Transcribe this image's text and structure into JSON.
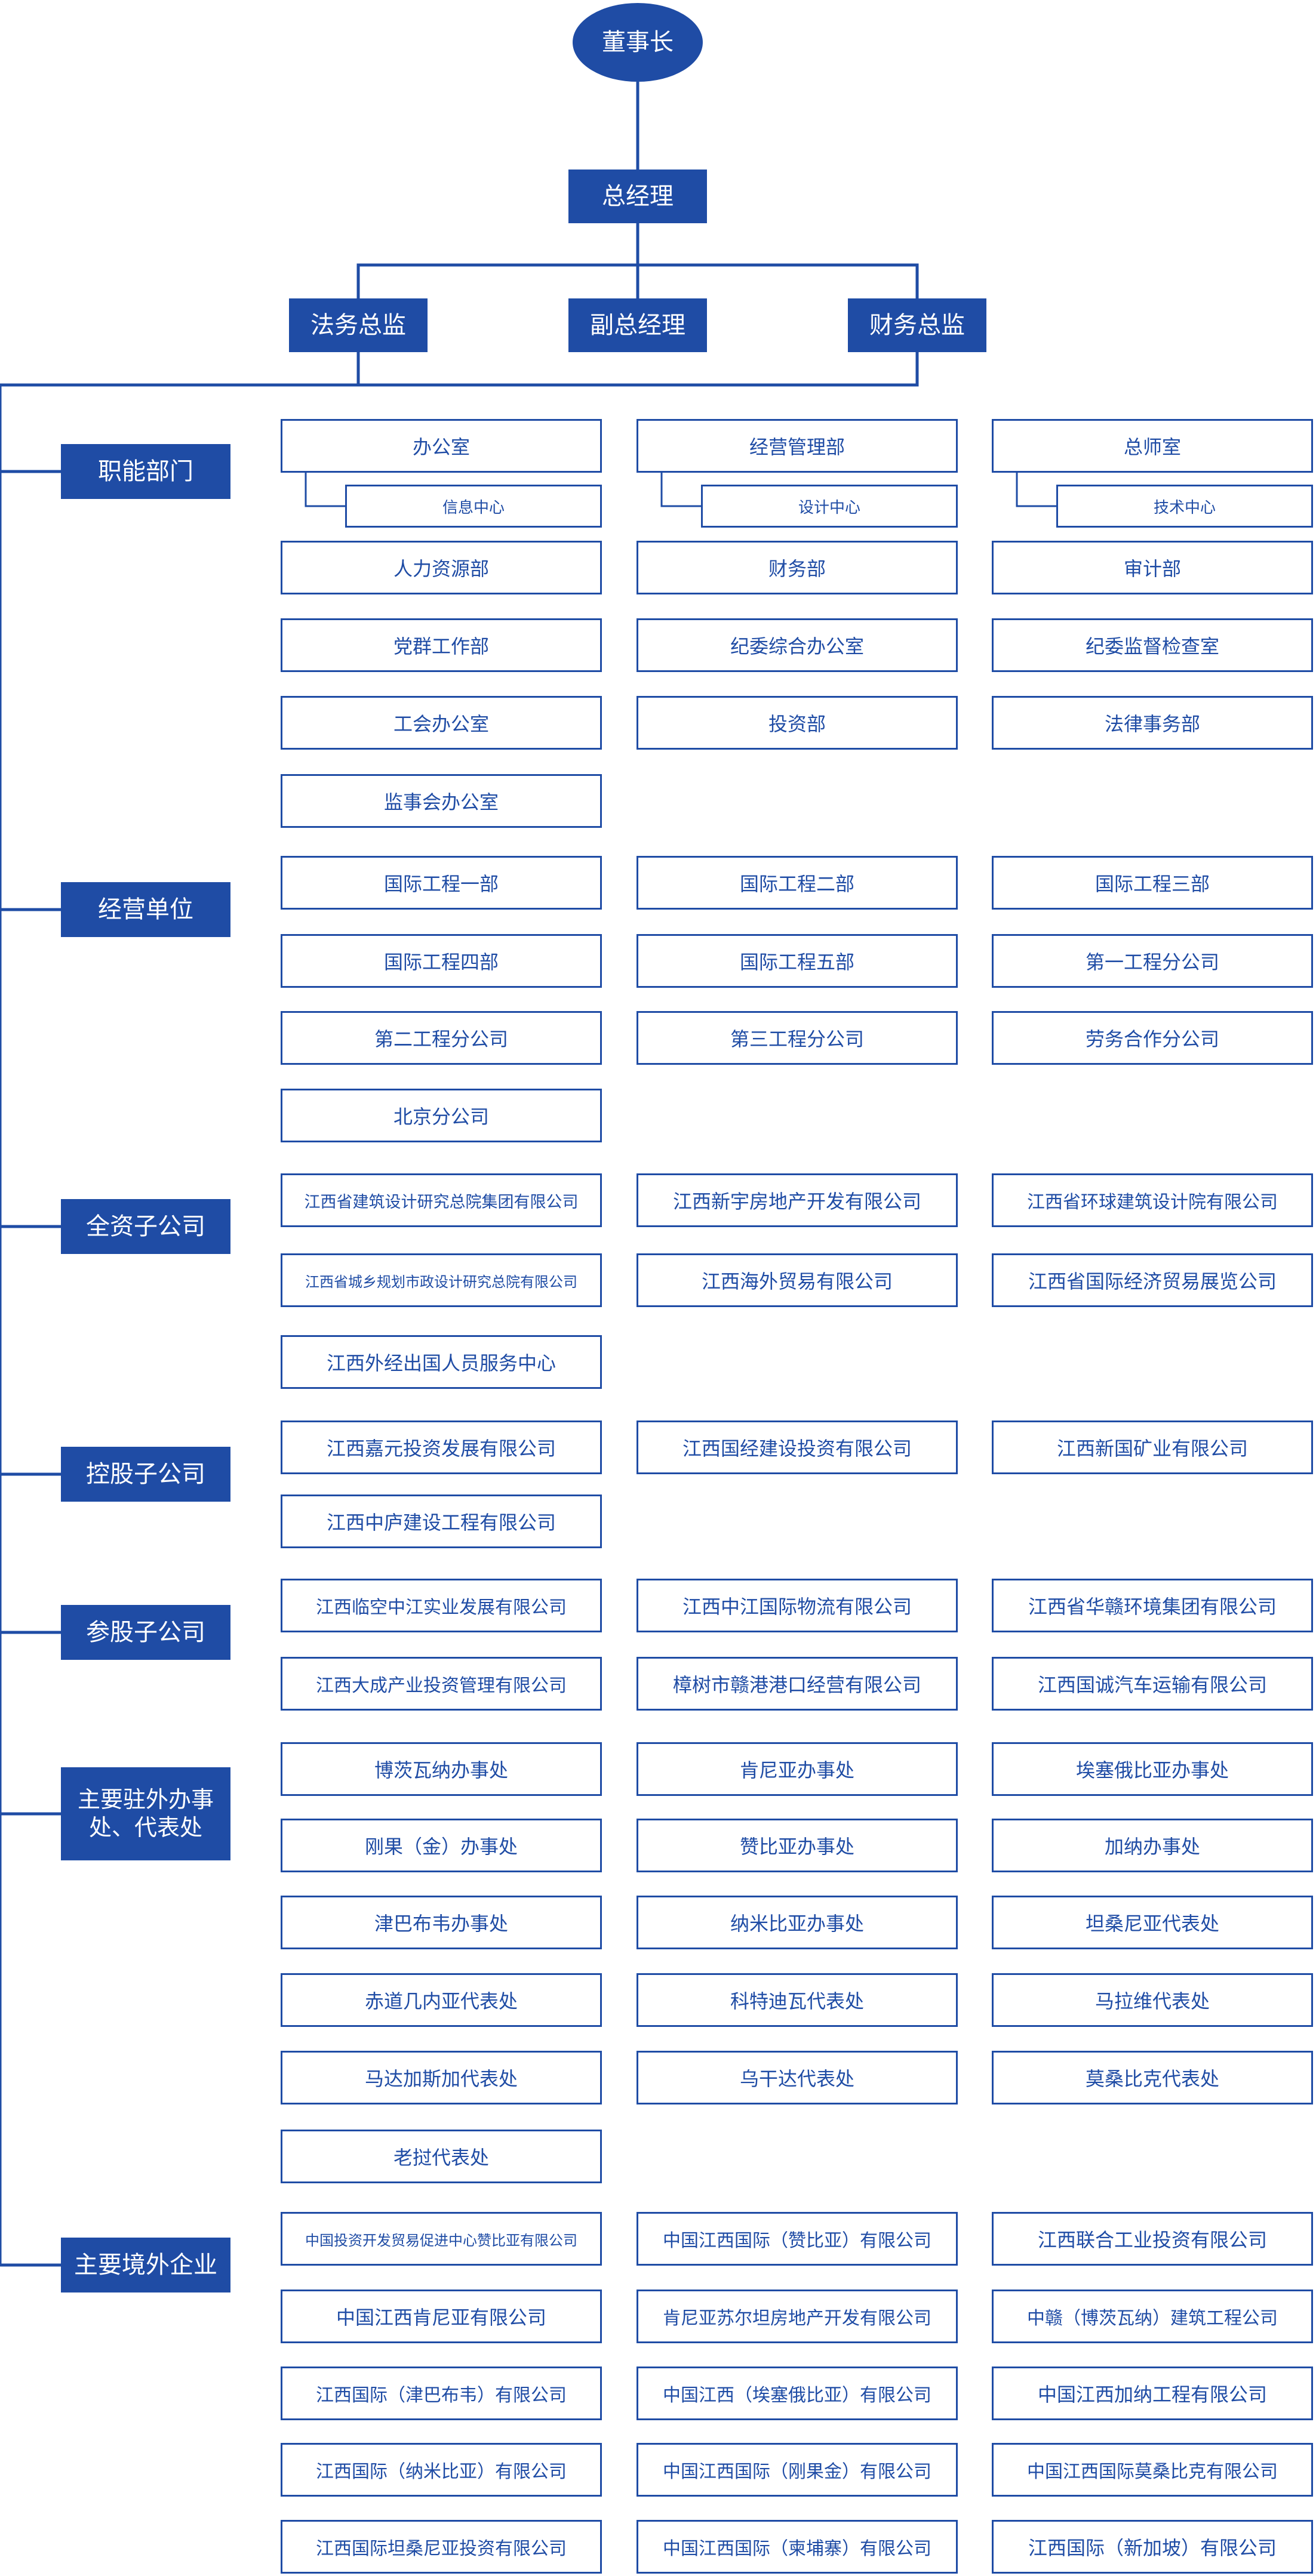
{
  "top": {
    "chairman": "董事长",
    "gm": "总经理",
    "legal": "法务总监",
    "deputy": "副总经理",
    "finance": "财务总监"
  },
  "sections": [
    {
      "label": "职能部门",
      "rows": [
        [
          "办公室",
          "经营管理部",
          "总师室"
        ],
        [
          "人力资源部",
          "财务部",
          "审计部"
        ],
        [
          "党群工作部",
          "纪委综合办公室",
          "纪委监督检查室"
        ],
        [
          "工会办公室",
          "投资部",
          "法律事务部"
        ],
        [
          "监事会办公室"
        ]
      ],
      "subs": [
        "信息中心",
        "设计中心",
        "技术中心"
      ]
    },
    {
      "label": "经营单位",
      "rows": [
        [
          "国际工程一部",
          "国际工程二部",
          "国际工程三部"
        ],
        [
          "国际工程四部",
          "国际工程五部",
          "第一工程分公司"
        ],
        [
          "第二工程分公司",
          "第三工程分公司",
          "劳务合作分公司"
        ],
        [
          "北京分公司"
        ]
      ]
    },
    {
      "label": "全资子公司",
      "rows": [
        [
          "江西省建筑设计研究总院集团有限公司",
          "江西新宇房地产开发有限公司",
          "江西省环球建筑设计院有限公司"
        ],
        [
          "江西省城乡规划市政设计研究总院有限公司",
          "江西海外贸易有限公司",
          "江西省国际经济贸易展览公司"
        ],
        [
          "江西外经出国人员服务中心"
        ]
      ]
    },
    {
      "label": "控股子公司",
      "rows": [
        [
          "江西嘉元投资发展有限公司",
          "江西国经建设投资有限公司",
          "江西新国矿业有限公司"
        ],
        [
          "江西中庐建设工程有限公司"
        ]
      ]
    },
    {
      "label": "参股子公司",
      "rows": [
        [
          "江西临空中江实业发展有限公司",
          "江西中江国际物流有限公司",
          "江西省华赣环境集团有限公司"
        ],
        [
          "江西大成产业投资管理有限公司",
          "樟树市赣港港口经营有限公司",
          "江西国诚汽车运输有限公司"
        ]
      ]
    },
    {
      "label": "主要驻外办事处、代表处",
      "rows": [
        [
          "博茨瓦纳办事处",
          "肯尼亚办事处",
          "埃塞俄比亚办事处"
        ],
        [
          "刚果（金）办事处",
          "赞比亚办事处",
          "加纳办事处"
        ],
        [
          "津巴布韦办事处",
          "纳米比亚办事处",
          "坦桑尼亚代表处"
        ],
        [
          "赤道几内亚代表处",
          "科特迪瓦代表处",
          "马拉维代表处"
        ],
        [
          "马达加斯加代表处",
          "乌干达代表处",
          "莫桑比克代表处"
        ],
        [
          "老挝代表处"
        ]
      ]
    },
    {
      "label": "主要境外企业",
      "rows": [
        [
          "中国投资开发贸易促进中心赞比亚有限公司",
          "中国江西国际（赞比亚）有限公司",
          "江西联合工业投资有限公司"
        ],
        [
          "中国江西肯尼亚有限公司",
          "肯尼亚苏尔坦房地产开发有限公司",
          "中赣（博茨瓦纳）建筑工程公司"
        ],
        [
          "江西国际（津巴布韦）有限公司",
          "中国江西（埃塞俄比亚）有限公司",
          "中国江西加纳工程有限公司"
        ],
        [
          "江西国际（纳米比亚）有限公司",
          "中国江西国际（刚果金）有限公司",
          "中国江西国际莫桑比克有限公司"
        ],
        [
          "江西国际坦桑尼亚投资有限公司",
          "中国江西国际（柬埔寨）有限公司",
          "江西国际（新加坡）有限公司"
        ]
      ]
    }
  ]
}
